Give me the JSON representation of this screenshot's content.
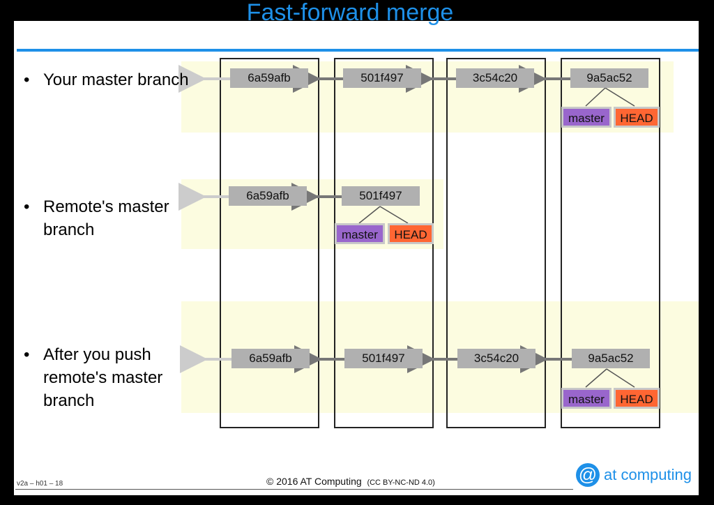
{
  "title": "Fast-forward merge",
  "bullets": [
    {
      "dot": "•",
      "text": "Your master branch"
    },
    {
      "dot": "•",
      "text": "Remote's master branch"
    },
    {
      "dot": "•",
      "text": "After you push remote's master branch"
    }
  ],
  "rows": [
    {
      "commits": [
        "6a59afb",
        "501f497",
        "3c54c20",
        "9a5ac52"
      ],
      "refs": [
        "master",
        "HEAD"
      ]
    },
    {
      "commits": [
        "6a59afb",
        "501f497"
      ],
      "refs": [
        "master",
        "HEAD"
      ]
    },
    {
      "commits": [
        "6a59afb",
        "501f497",
        "3c54c20",
        "9a5ac52"
      ],
      "refs": [
        "master",
        "HEAD"
      ]
    }
  ],
  "colors": {
    "accent": "#1e90e8",
    "master": "#9966cc",
    "head": "#ff6633",
    "commit": "#b0b0b0",
    "band": "#fcfce0"
  },
  "footer": {
    "left": "v2a – h01 – 18",
    "center": "© 2016 AT Computing",
    "license": "(CC BY-NC-ND 4.0)",
    "logo_symbol": "@",
    "logo_text": "at computing"
  }
}
